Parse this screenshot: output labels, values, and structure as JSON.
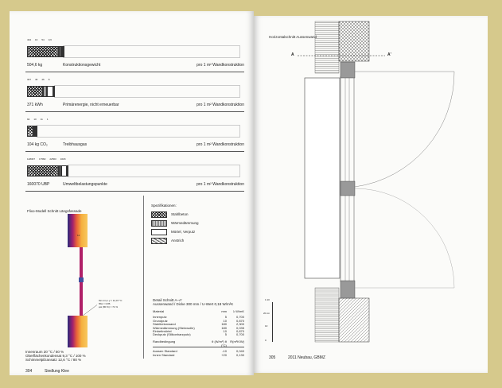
{
  "left_page": {
    "rows": [
      {
        "value": "504,6 kg",
        "label": "Konstruktionsgewicht",
        "unit": "pro 1 m² Wandkonstruktion",
        "segments": [
          "434",
          "16",
          "54",
          "0,6"
        ]
      },
      {
        "value": "371 kWh",
        "label": "Primärenergie, nicht erneuerbar",
        "unit": "pro 1 m² Wandkonstruktion",
        "segments": [
          "307",
          "46",
          "46",
          "8"
        ]
      },
      {
        "value": "104 kg CO₂",
        "label": "Treibhausgas",
        "unit": "pro 1 m² Wandkonstruktion",
        "segments": [
          "94",
          "10",
          "11",
          "1"
        ]
      },
      {
        "value": "160070 UBP",
        "label": "Umweltbelastungspunkte",
        "unit": "pro 1 m² Wandkonstruktion",
        "segments": [
          "128307",
          "17582",
          "22563",
          "1618"
        ]
      }
    ],
    "flixo_title": "Flixo-Modell Schnitt Längsfassade",
    "flixo_annotations": [
      "θsi min,n.γ = 14,07 °C",
      "fRsi = 0,86",
      "φsi (80 %) = 71 %"
    ],
    "flixo_label": "12",
    "climate": [
      "Innenraum 20 °C / 50 %",
      "Oberflächenkondensat 9,3 °C / 100 %",
      "Schimmelpilzansatz 12,6 °C / 80 %"
    ],
    "spec_title": "Spezifikationen:",
    "legend": [
      "Stahlbeton",
      "Wärmedämmung",
      "Mörtel, Verputz",
      "Anstrich"
    ],
    "detail_title": "Detail Schnitt A–A'",
    "detail_sub": "Aussenwand / Dicke 300 mm / U-Wert 0,18 W/m²K",
    "table_header": [
      "Material",
      "mm",
      "λ W/mK"
    ],
    "materials": [
      [
        "Innenputz",
        "5",
        "0,700"
      ],
      [
        "Grundputz",
        "10",
        "0,870"
      ],
      [
        "Stahlbetonwand",
        "180",
        "2,300"
      ],
      [
        "Wärmedämmung (Steinwolle)",
        "180",
        "0,035"
      ],
      [
        "Einbettmörtel",
        "10",
        "0,870"
      ],
      [
        "Deckputz (Silikonharzputz)",
        "5",
        "0,700"
      ]
    ],
    "boundary_header": [
      "Randbedingung",
      "θ (W/m²) θ (°C)",
      "R(m²K/W)"
    ],
    "boundary": [
      [
        "Aussen Standard",
        "-10",
        "0,040"
      ],
      [
        "Innen Standard",
        "+20",
        "0,130"
      ]
    ],
    "page_number": "304",
    "footer": "Siedlung Klee"
  },
  "right_page": {
    "title": "Horizontalschnitt Aussenwand",
    "section_a": "A",
    "section_a2": "A'",
    "scale": [
      "0",
      "10",
      "20 cm",
      "1:10"
    ],
    "page_number": "305",
    "footer": "2011 Neubau, GBMZ"
  },
  "colors": {
    "background": "#d6c98c",
    "paper": "#fbfbf9"
  }
}
